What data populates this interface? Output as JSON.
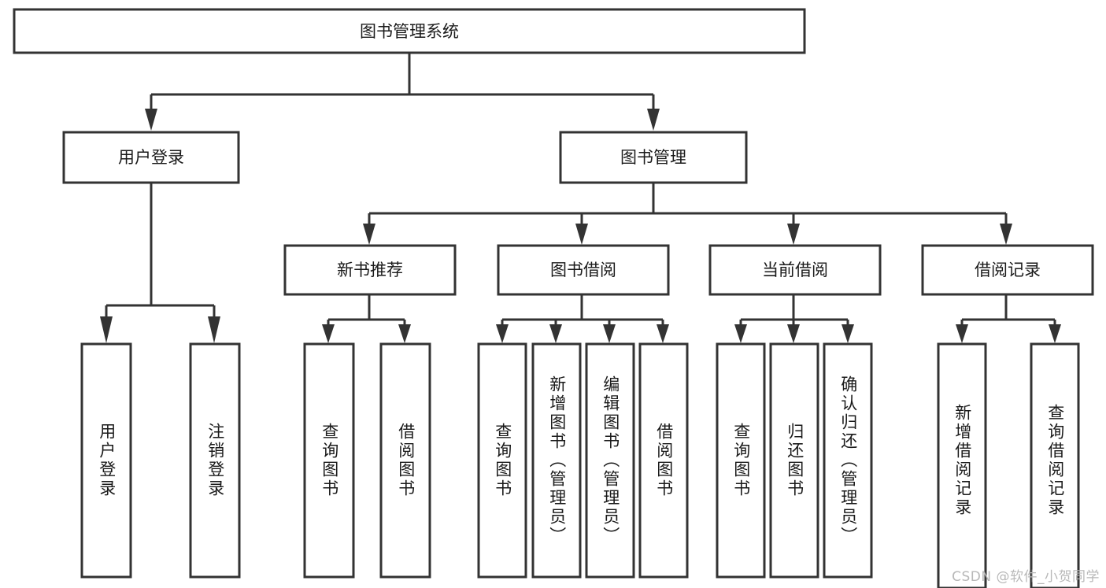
{
  "diagram": {
    "title": "图书管理系统",
    "watermark": "CSDN @软件_小贺同学",
    "stroke_color": "#333333",
    "fill_color": "#ffffff",
    "text_color": "#1a1a1a",
    "watermark_color": "#b8b8b8",
    "root": {
      "label": "图书管理系统"
    },
    "level2": [
      {
        "label": "用户登录"
      },
      {
        "label": "图书管理"
      }
    ],
    "level3": [
      {
        "label": "新书推荐"
      },
      {
        "label": "图书借阅"
      },
      {
        "label": "当前借阅"
      },
      {
        "label": "借阅记录"
      }
    ],
    "leaves": {
      "user_login": [
        {
          "label": "用户登录"
        },
        {
          "label": "注销登录"
        }
      ],
      "new_book_recommend": [
        {
          "label": "查询图书"
        },
        {
          "label": "借阅图书"
        }
      ],
      "book_borrow": [
        {
          "label": "查询图书"
        },
        {
          "label": "新增图书（管理员）"
        },
        {
          "label": "编辑图书（管理员）"
        },
        {
          "label": "借阅图书"
        }
      ],
      "current_borrow": [
        {
          "label": "查询图书"
        },
        {
          "label": "归还图书"
        },
        {
          "label": "确认归还（管理员）"
        }
      ],
      "borrow_record": [
        {
          "label": "新增借阅记录"
        },
        {
          "label": "查询借阅记录"
        }
      ]
    }
  }
}
